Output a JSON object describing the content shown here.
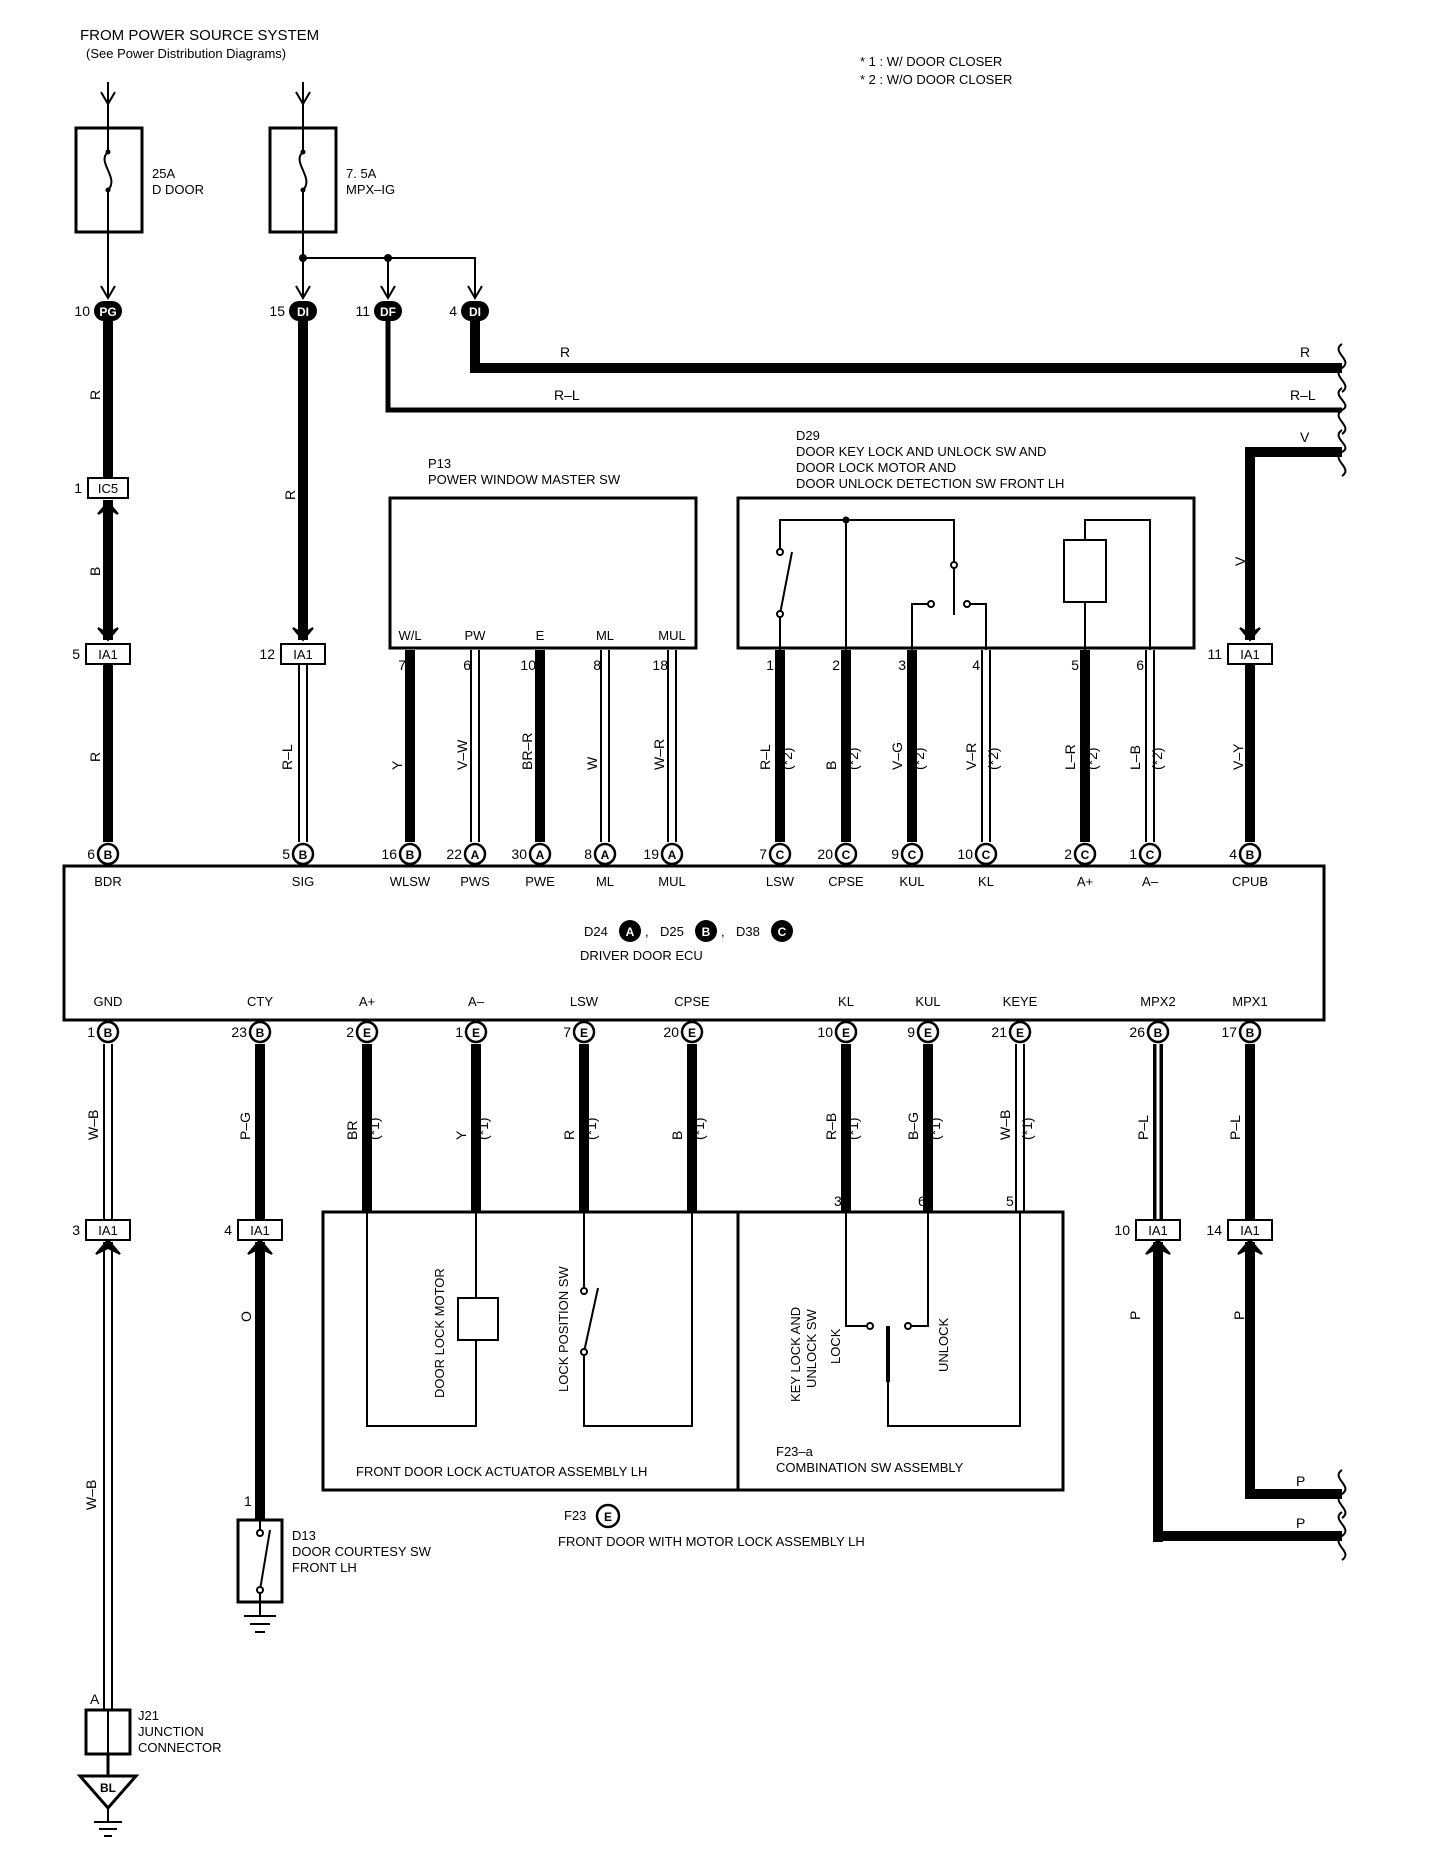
{
  "header": {
    "source_line1": "FROM POWER SOURCE SYSTEM",
    "source_line2": "(See Power Distribution Diagrams)",
    "note1": "* 1 : W/ DOOR CLOSER",
    "note2": "* 2 : W/O DOOR CLOSER"
  },
  "fuses": [
    {
      "rating": "25A",
      "name": "D DOOR"
    },
    {
      "rating": "7. 5A",
      "name": "MPX–IG"
    }
  ],
  "top_connectors": [
    {
      "pin": "10",
      "code": "PG"
    },
    {
      "pin": "15",
      "code": "DI"
    },
    {
      "pin": "11",
      "code": "DF"
    },
    {
      "pin": "4",
      "code": "DI"
    }
  ],
  "top_wires": {
    "r_left": "R",
    "r_right": "R",
    "rl_left": "R–L",
    "rl_right": "R–L",
    "v_top": "V",
    "v_vert": "V"
  },
  "left_column": {
    "r1": "R",
    "ic5_pin": "1",
    "ic5": "IC5",
    "b1": "B",
    "ia1_pin": "5",
    "ia1": "IA1",
    "r2": "R",
    "r3": "R",
    "ia1b_pin": "12",
    "ia1b": "IA1",
    "rl": "R–L",
    "ia1c_pin": "11",
    "ia1c": "IA1",
    "vy": "V–Y"
  },
  "p13": {
    "ref": "P13",
    "name": "POWER WINDOW MASTER SW",
    "terms": [
      "W/L",
      "PW",
      "E",
      "ML",
      "MUL"
    ],
    "pins": [
      "7",
      "6",
      "10",
      "8",
      "18"
    ],
    "wires": [
      "Y",
      "V–W",
      "BR–R",
      "W",
      "W–R"
    ]
  },
  "d29": {
    "ref": "D29",
    "line1": "DOOR KEY LOCK AND UNLOCK SW AND",
    "line2": "DOOR LOCK MOTOR AND",
    "line3": "DOOR UNLOCK DETECTION SW FRONT LH",
    "pins": [
      "1",
      "2",
      "3",
      "4",
      "5",
      "6"
    ],
    "wires": [
      "R–L",
      "B",
      "V–G",
      "V–R",
      "L–R",
      "L–B"
    ],
    "note": "(*2)"
  },
  "ecu": {
    "name": "DRIVER DOOR ECU",
    "c1": "D24",
    "c1l": "A",
    "c2": "D25",
    "c2l": "B",
    "c3": "D38",
    "c3l": "C",
    "sep": ",",
    "top_terms": [
      "BDR",
      "SIG",
      "WLSW",
      "PWS",
      "PWE",
      "ML",
      "MUL",
      "LSW",
      "CPSE",
      "KUL",
      "KL",
      "A+",
      "A–",
      "CPUB"
    ],
    "top_pins": [
      "6",
      "5",
      "16",
      "22",
      "30",
      "8",
      "19",
      "7",
      "20",
      "9",
      "10",
      "2",
      "1",
      "4"
    ],
    "top_letters": [
      "B",
      "B",
      "B",
      "A",
      "A",
      "A",
      "A",
      "C",
      "C",
      "C",
      "C",
      "C",
      "C",
      "B"
    ],
    "bot_terms": [
      "GND",
      "CTY",
      "A+",
      "A–",
      "LSW",
      "CPSE",
      "KL",
      "KUL",
      "KEYE",
      "MPX2",
      "MPX1"
    ],
    "bot_pins": [
      "1",
      "23",
      "2",
      "1",
      "7",
      "20",
      "10",
      "9",
      "21",
      "26",
      "17"
    ],
    "bot_letters": [
      "B",
      "B",
      "E",
      "E",
      "E",
      "E",
      "E",
      "E",
      "E",
      "B",
      "B"
    ]
  },
  "bottom_wires": [
    "W–B",
    "P–G",
    "BR",
    "Y",
    "R",
    "B",
    "R–B",
    "B–G",
    "W–B",
    "P–L",
    "P–L"
  ],
  "bottom_note": "(*1)",
  "ia1_bottom": [
    {
      "pin": "3",
      "code": "IA1"
    },
    {
      "pin": "4",
      "code": "IA1"
    },
    {
      "pin": "10",
      "code": "IA1"
    },
    {
      "pin": "14",
      "code": "IA1"
    }
  ],
  "lower": {
    "o": "O",
    "wb": "W–B",
    "p1": "P",
    "p2": "P",
    "p_out1": "P",
    "p_out2": "P",
    "comb_pins": [
      "3",
      "6",
      "5"
    ]
  },
  "actuator": {
    "motor": "DOOR LOCK MOTOR",
    "switch": "LOCK POSITION SW",
    "name": "FRONT DOOR LOCK ACTUATOR ASSEMBLY LH"
  },
  "combination": {
    "sw_line1": "KEY LOCK AND",
    "sw_line2": "UNLOCK SW",
    "lock": "LOCK",
    "unlock": "UNLOCK",
    "ref": "F23–a",
    "name": "COMBINATION SW ASSEMBLY"
  },
  "f23": {
    "ref": "F23",
    "letter": "E",
    "name": "FRONT DOOR WITH MOTOR LOCK ASSEMBLY LH"
  },
  "d13": {
    "pin": "1",
    "ref": "D13",
    "line1": "DOOR COURTESY SW",
    "line2": "FRONT LH"
  },
  "j21": {
    "pin": "A",
    "ref": "J21",
    "line1": "JUNCTION",
    "line2": "CONNECTOR",
    "ground": "BL"
  }
}
